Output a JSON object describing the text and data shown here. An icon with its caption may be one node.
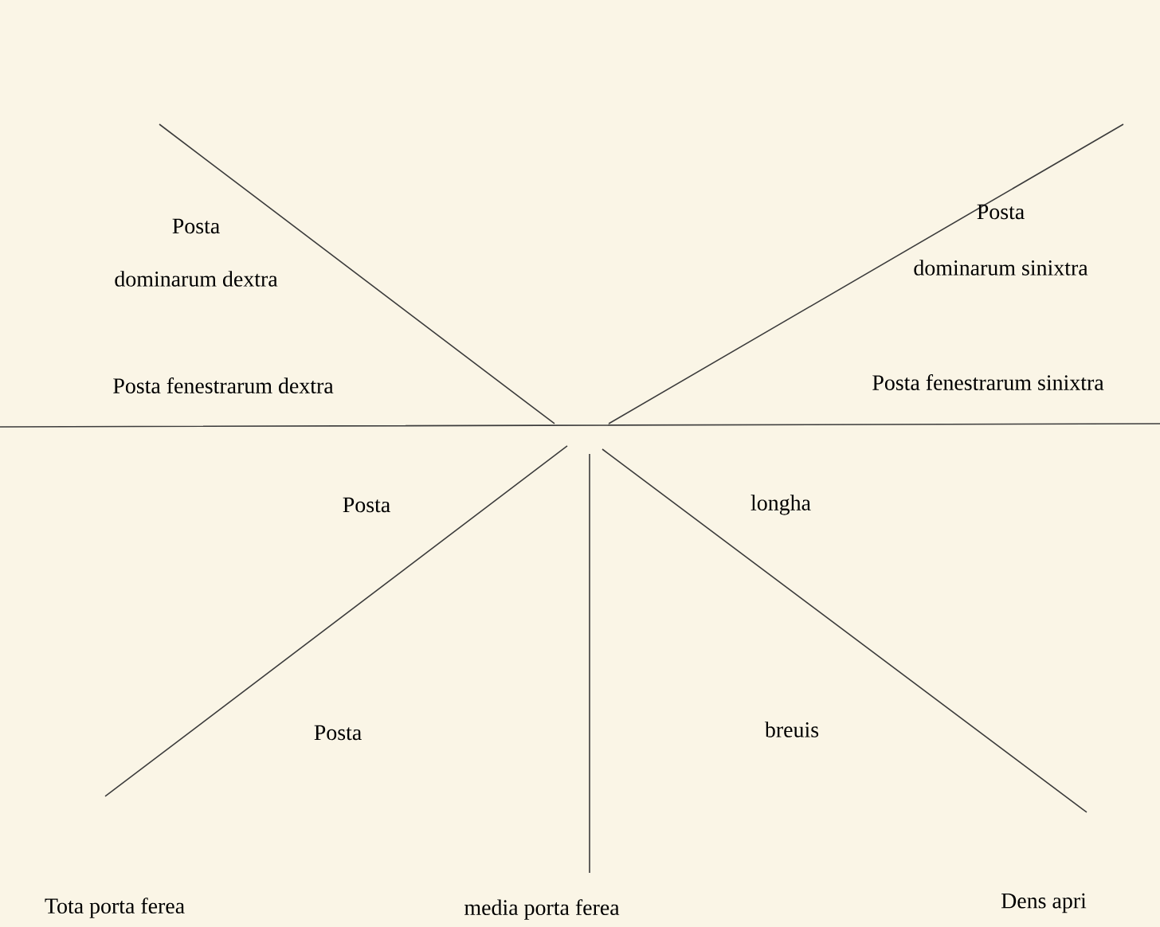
{
  "diagram": {
    "labels": [
      "Posta",
      "Posta",
      "dominarum dextra",
      "dominarum sinixtra",
      "Posta fenestrarum dextra",
      "Posta fenestrarum sinixtra",
      "Posta",
      "longha",
      "Posta",
      "breuis",
      "Tota porta ferea",
      "media porta ferea",
      "Dens apri"
    ]
  }
}
